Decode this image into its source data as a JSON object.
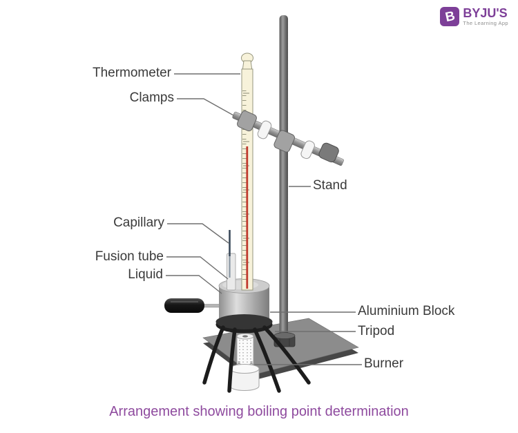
{
  "brand": {
    "name": "BYJU'S",
    "tagline": "The Learning App",
    "icon_letter": "B",
    "color": "#7d3f98"
  },
  "diagram": {
    "labels": {
      "thermometer": "Thermometer",
      "clamps": "Clamps",
      "stand": "Stand",
      "capillary": "Capillary",
      "fusion_tube": "Fusion tube",
      "liquid": "Liquid",
      "aluminium_block": "Aluminium Block",
      "tripod": "Tripod",
      "burner": "Burner"
    },
    "caption": "Arrangement showing boiling point determination",
    "colors": {
      "label_text": "#3a3a3a",
      "leader_line": "#6f6f6f",
      "caption_text": "#8e4a9e",
      "thermometer_body": "#f7f2da",
      "mercury": "#c03a2e",
      "metal_gray": "#8c8c8c",
      "plate_gray": "#8c8c8c",
      "tripod_black": "#1c1c1c"
    }
  }
}
